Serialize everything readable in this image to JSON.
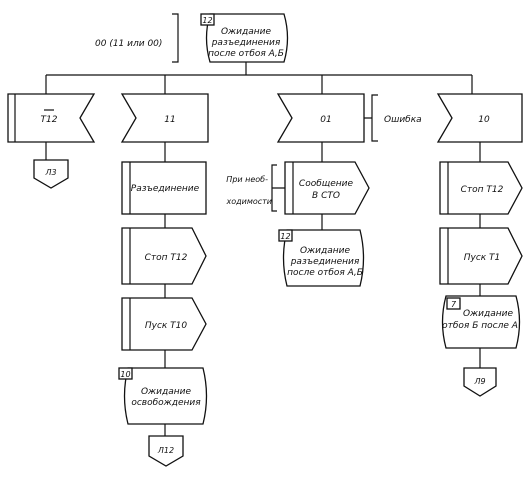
{
  "top": {
    "signal_text": "00 (11 или 00)",
    "state_num": "12",
    "state_lines": [
      "Ожидание",
      "разъединения",
      "после отбоя А,Б"
    ]
  },
  "inputs": {
    "t12": "T12",
    "n11": "11",
    "n01": "01",
    "n01_comment": "Ошибка",
    "n10": "10"
  },
  "branch_t12": {
    "connector": "Л3"
  },
  "branch_11": {
    "tasks": [
      "Разъединение",
      "Стоп Т12",
      "Пуск Т10"
    ],
    "state_num": "10",
    "state_lines": [
      "Ожидание",
      "освобождения"
    ],
    "connector": "Л12"
  },
  "branch_01": {
    "comment_lines": [
      "При необ-",
      "ходимости"
    ],
    "output_lines": [
      "Сообщение",
      "В СТО"
    ],
    "state_num": "12",
    "state_lines": [
      "Ожидание",
      "разъединения",
      "после отбоя А,Б"
    ]
  },
  "branch_10": {
    "tasks": [
      "Стоп Т12",
      "Пуск Т1"
    ],
    "state_num": "7",
    "state_lines": [
      "Ожидание",
      "отбоя Б после А"
    ],
    "connector": "Л9"
  }
}
